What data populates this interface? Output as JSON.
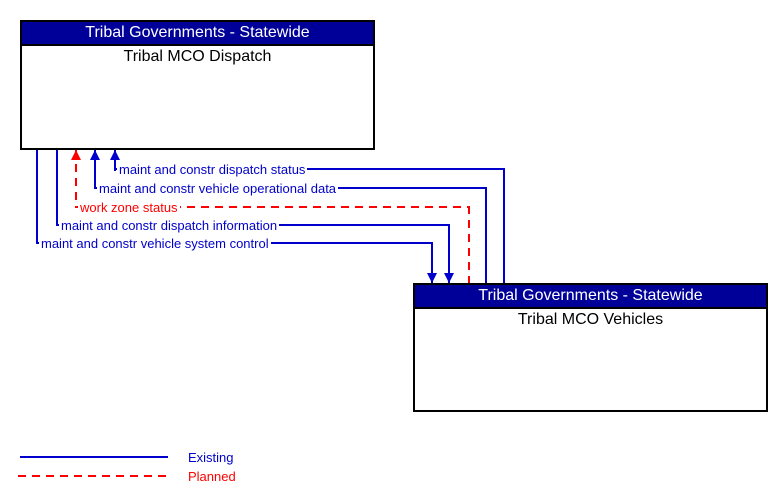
{
  "diagram": {
    "entities": [
      {
        "group": "Tribal Governments - Statewide",
        "name": "Tribal MCO Dispatch"
      },
      {
        "group": "Tribal Governments - Statewide",
        "name": "Tribal MCO Vehicles"
      }
    ],
    "flows": [
      {
        "label": "maint and constr dispatch status",
        "status": "existing",
        "from": "Tribal MCO Vehicles",
        "to": "Tribal MCO Dispatch"
      },
      {
        "label": "maint and constr vehicle operational data",
        "status": "existing",
        "from": "Tribal MCO Vehicles",
        "to": "Tribal MCO Dispatch"
      },
      {
        "label": "work zone status",
        "status": "planned",
        "from": "Tribal MCO Vehicles",
        "to": "Tribal MCO Dispatch"
      },
      {
        "label": "maint and constr dispatch information",
        "status": "existing",
        "from": "Tribal MCO Dispatch",
        "to": "Tribal MCO Vehicles"
      },
      {
        "label": "maint and constr vehicle system control",
        "status": "existing",
        "from": "Tribal MCO Dispatch",
        "to": "Tribal MCO Vehicles"
      }
    ],
    "legend": {
      "items": [
        {
          "label": "Existing",
          "line_style": "solid",
          "color": "#0000CC"
        },
        {
          "label": "Planned",
          "line_style": "dashed",
          "color": "#FF0000"
        }
      ]
    },
    "colors": {
      "existing": "#0000CC",
      "planned": "#FF0000",
      "header_bg": "#000099",
      "header_text": "#FFFFFF",
      "border": "#000000"
    }
  }
}
